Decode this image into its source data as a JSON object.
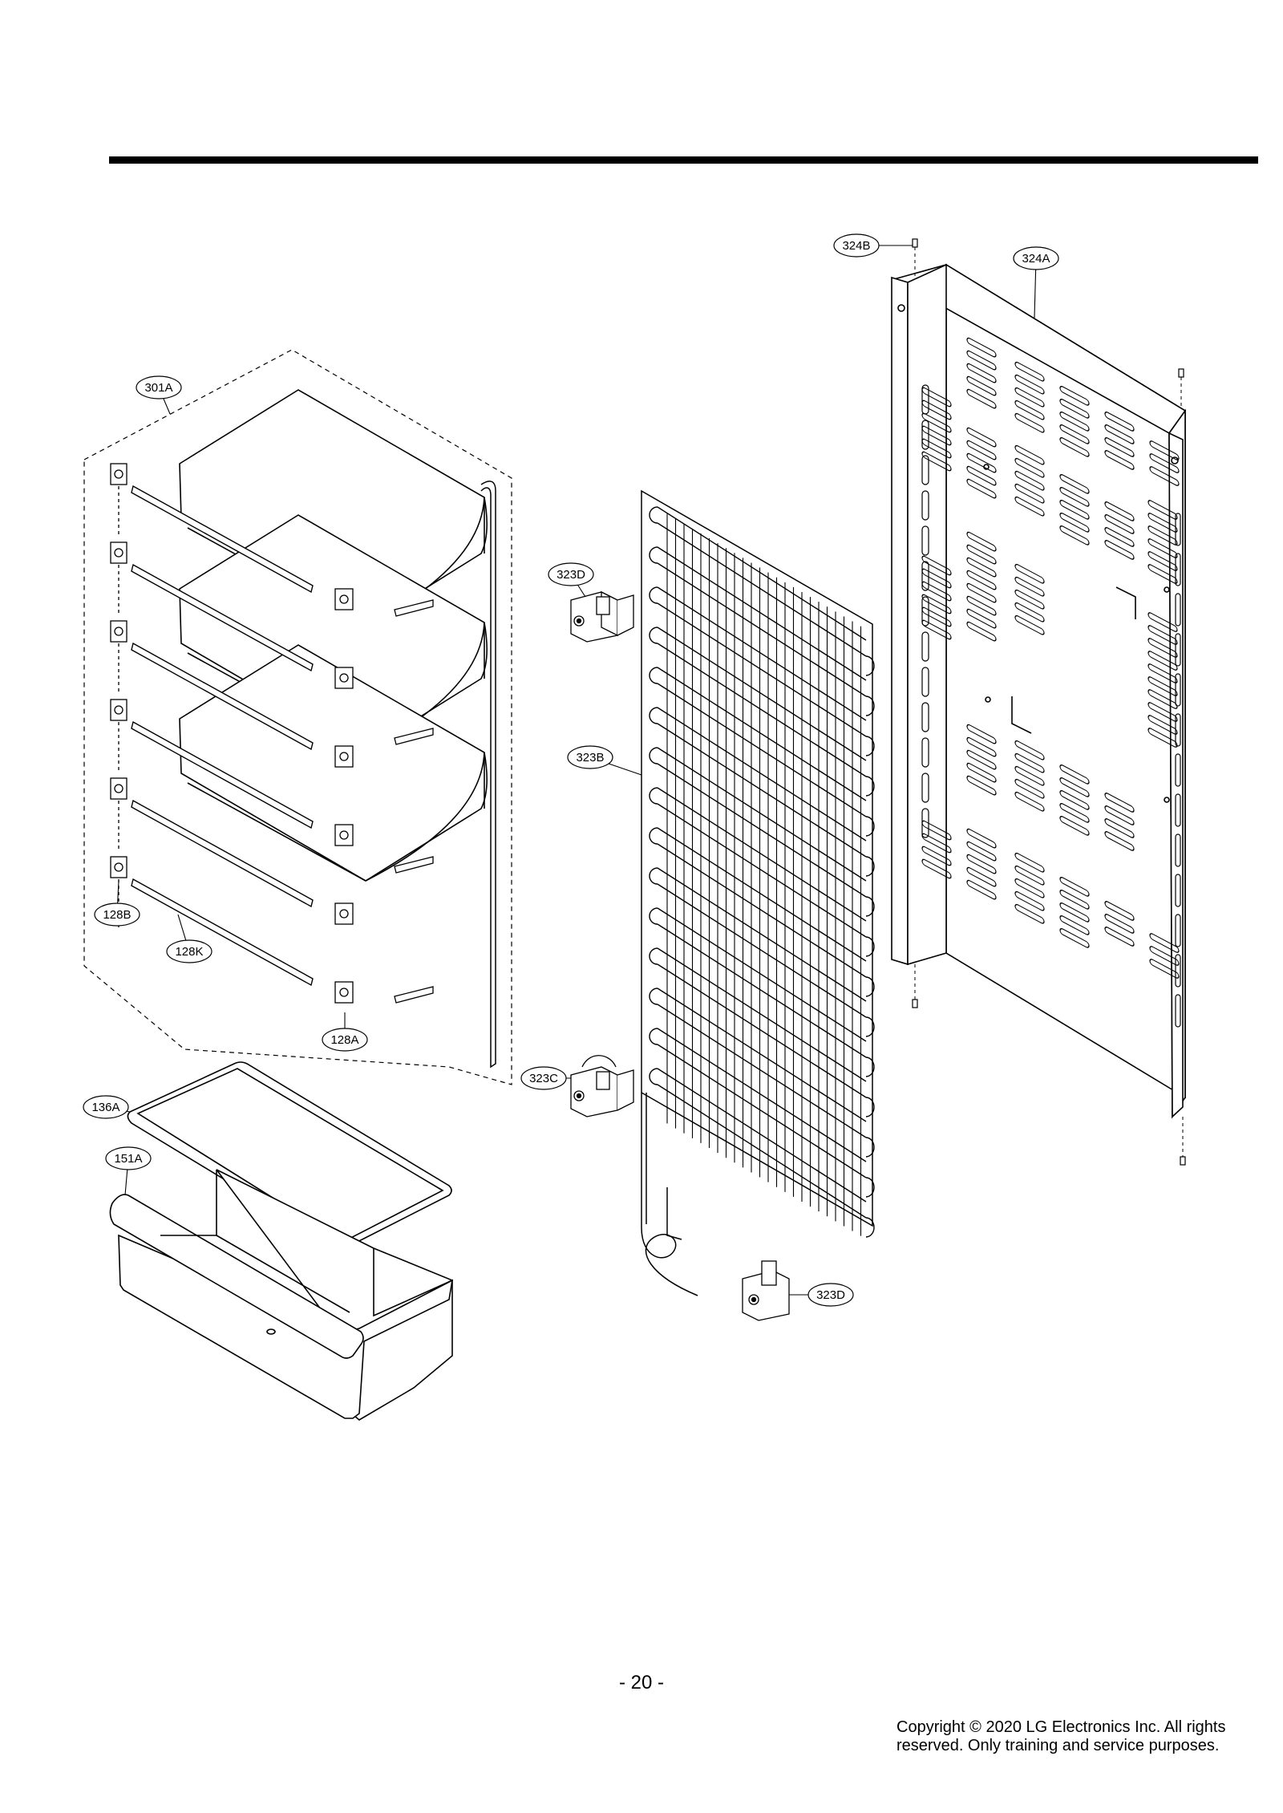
{
  "page": {
    "page_number": "- 20 -",
    "copyright_line1": "Copyright © 2020 LG Electronics Inc. All rights",
    "copyright_line2": "reserved. Only training and service purposes."
  },
  "diagram": {
    "labels": {
      "l324B": "324B",
      "l324A": "324A",
      "l301A": "301A",
      "l323D_top": "323D",
      "l323B": "323B",
      "l128B": "128B",
      "l128K": "128K",
      "l128A": "128A",
      "l323C": "323C",
      "l136A": "136A",
      "l151A": "151A",
      "l323D_bottom": "323D"
    }
  }
}
